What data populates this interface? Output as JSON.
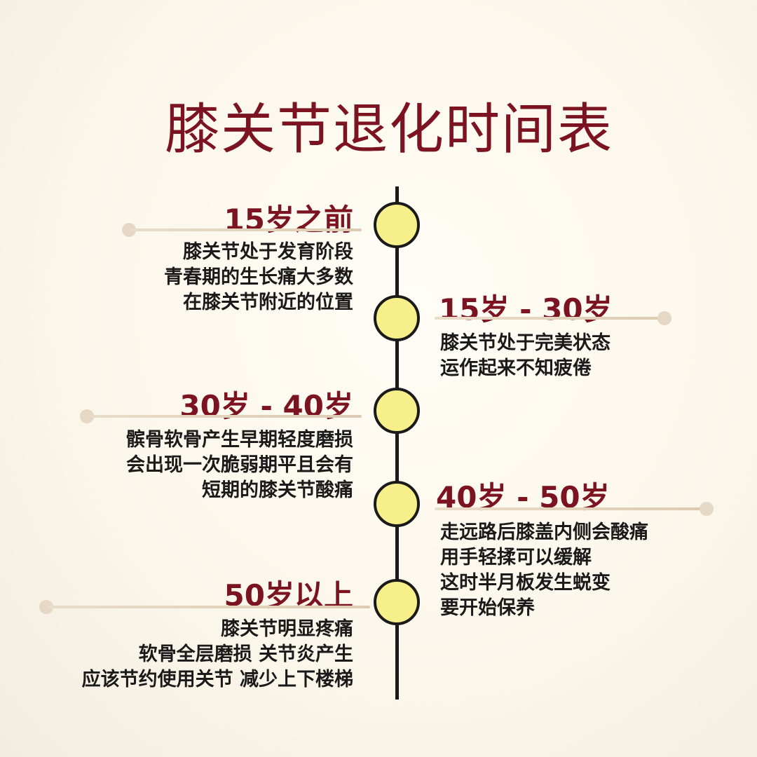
{
  "title": "膝关节退化时间表",
  "stages": [
    {
      "label": "15岁之前",
      "lines": [
        "膝关节处于发育阶段",
        "青春期的生长痛大多数",
        "在膝关节附近的位置"
      ]
    },
    {
      "label": "15岁 - 30岁",
      "lines": [
        "膝关节处于完美状态",
        "运作起来不知疲倦"
      ]
    },
    {
      "label": "30岁 - 40岁",
      "lines": [
        "髌骨软骨产生早期轻度磨损",
        "会出现一次脆弱期平且会有",
        "短期的膝关节酸痛"
      ]
    },
    {
      "label": "40岁 - 50岁",
      "lines": [
        "走远路后膝盖内侧会酸痛",
        "用手轻揉可以缓解",
        "这时半月板发生蜕变",
        "要开始保养"
      ]
    },
    {
      "label": "50岁以上",
      "lines": [
        "膝关节明显疼痛",
        "软骨全层磨损 关节炎产生",
        "应该节约使用关节 减少上下楼梯"
      ]
    }
  ]
}
